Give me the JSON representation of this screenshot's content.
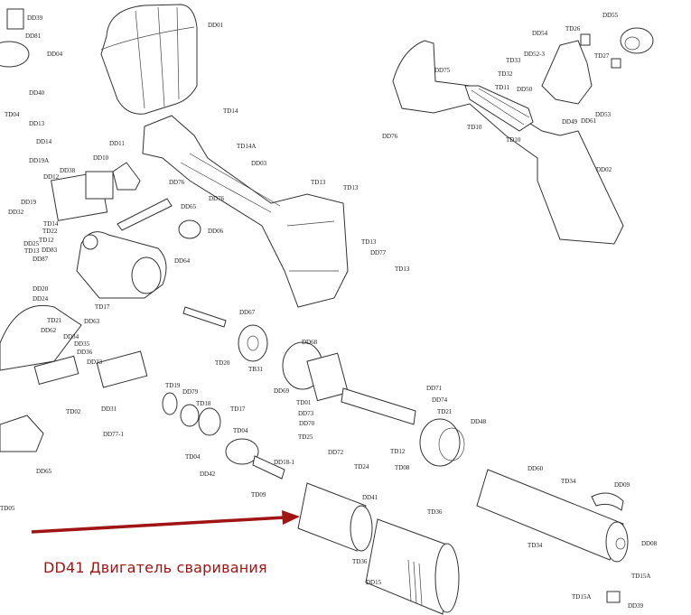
{
  "caption": "DD41 Двигатель сваривания",
  "colors": {
    "accent": "#a01414",
    "line": "#333333"
  },
  "labels": [
    "DD39",
    "DD81",
    "DD04",
    "DD40",
    "TD04",
    "DD13",
    "DD14",
    "DD19A",
    "DD38",
    "DD12",
    "DD11",
    "DD10",
    "DD19",
    "DD32",
    "TD14",
    "TD22",
    "TD12",
    "DD25",
    "TD13",
    "DD83",
    "DD87",
    "DD20",
    "DD24",
    "DD01",
    "TD14",
    "TD14A",
    "DD03",
    "DD76",
    "DD76",
    "DD65",
    "DD06",
    "DD64",
    "TD13",
    "TD13",
    "TD13",
    "DD77",
    "TD13",
    "DD75",
    "DD76",
    "TD10",
    "TD10",
    "TD11",
    "DD50",
    "TD32",
    "TD33",
    "DD52-3",
    "DD54",
    "TD26",
    "DD55",
    "TD27",
    "DD61",
    "DD53",
    "DD49",
    "DD02",
    "DD67",
    "TD20",
    "TB31",
    "DD68",
    "DD63",
    "TD21",
    "DD62",
    "DD34",
    "DD35",
    "DD36",
    "DD33",
    "TD02",
    "DD31",
    "TD17",
    "DD77-1",
    "TD19",
    "DD79",
    "TD18",
    "TD17",
    "TD04",
    "TD04",
    "DD42",
    "DD18-1",
    "TD09",
    "DD69",
    "TD01",
    "DD73",
    "DD70",
    "TD25",
    "DD72",
    "TD24",
    "DD71",
    "DD74",
    "TD21",
    "DD48",
    "TD12",
    "TD08",
    "DD60",
    "TD34",
    "DD09",
    "TD34",
    "DD08",
    "TD15A",
    "TD15A",
    "DD39",
    "DD41",
    "TD36",
    "TD36",
    "DD15",
    "DD65",
    "TD05"
  ]
}
